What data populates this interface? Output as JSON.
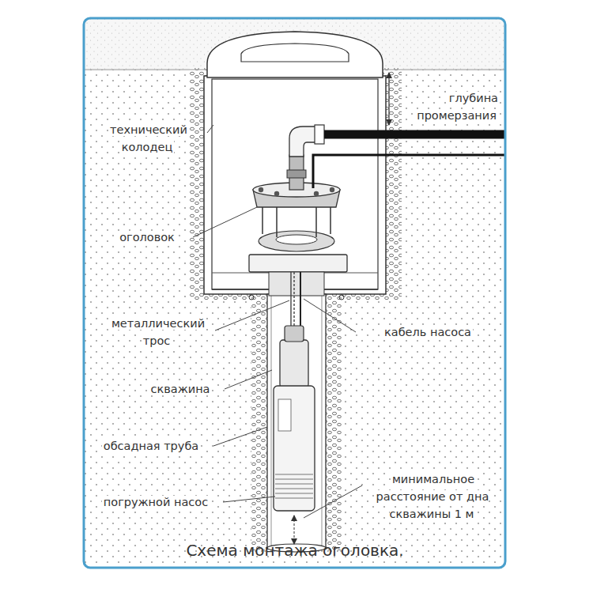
{
  "diagram": {
    "caption": "Схема монтажа оголовка.",
    "labels": [
      "глубина промерзания",
      "технический колодец",
      "оголовок",
      "металлический трос",
      "кабель насоса",
      "скважина",
      "обсадная труба",
      "погружной насос",
      "минимальное расстояние от дна скважины 1 м"
    ]
  }
}
